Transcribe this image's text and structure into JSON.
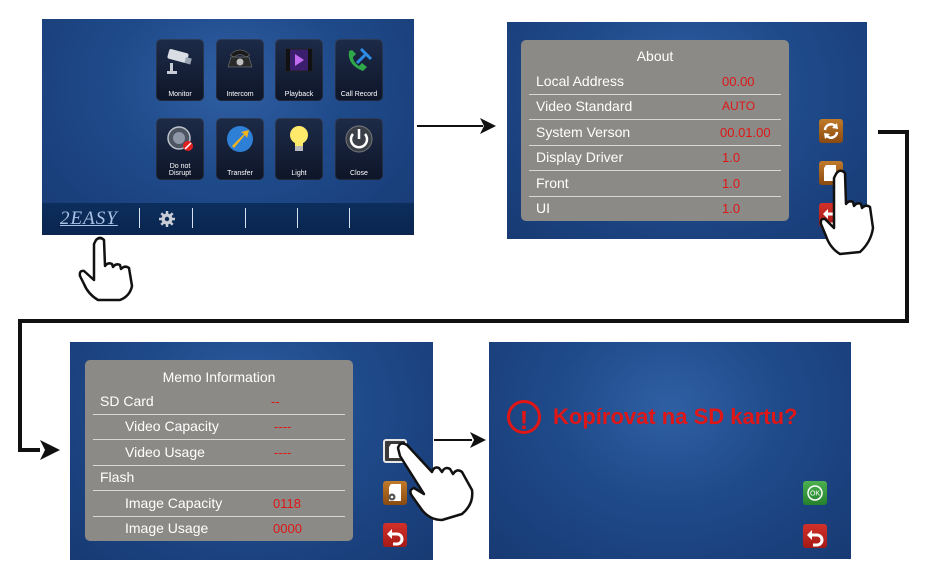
{
  "home": {
    "tiles": [
      {
        "label": "Monitor",
        "icon": "camera-icon"
      },
      {
        "label": "Intercom",
        "icon": "phone-icon"
      },
      {
        "label": "Playback",
        "icon": "film-icon"
      },
      {
        "label": "Call Record",
        "icon": "call-arrows-icon"
      },
      {
        "label": "Do not\nDisrupt",
        "icon": "do-not-disturb-icon"
      },
      {
        "label": "Transfer",
        "icon": "transfer-arrow-icon"
      },
      {
        "label": "Light",
        "icon": "light-bulb-icon"
      },
      {
        "label": "Close",
        "icon": "power-icon"
      }
    ],
    "logo": "2EASY",
    "settings_icon": "gear-icon"
  },
  "about": {
    "title": "About",
    "rows": [
      {
        "label": "Local Address",
        "value": "00.00"
      },
      {
        "label": "Video Standard",
        "value": "AUTO"
      },
      {
        "label": "System Verson",
        "value": "00.01.00"
      },
      {
        "label": "Display Driver",
        "value": "1.0"
      },
      {
        "label": "Front",
        "value": "1.0"
      },
      {
        "label": "UI",
        "value": "1.0"
      }
    ],
    "side_buttons": [
      "refresh-icon",
      "sd-card-icon",
      "back-icon"
    ]
  },
  "memo": {
    "title": "Memo Information",
    "rows": [
      {
        "label": "SD Card",
        "value": "--",
        "indent": false
      },
      {
        "label": "Video Capacity",
        "value": "----",
        "indent": true
      },
      {
        "label": "Video Usage",
        "value": "----",
        "indent": true
      },
      {
        "label": "Flash",
        "value": "",
        "indent": false
      },
      {
        "label": "Image Capacity",
        "value": "0118",
        "indent": true
      },
      {
        "label": "Image Usage",
        "value": "0000",
        "indent": true
      }
    ],
    "side_buttons": [
      "copy-icon",
      "sd-settings-icon",
      "back-icon"
    ]
  },
  "confirm": {
    "message": "Kopírovat na SD kartu?",
    "side_buttons": [
      "ok-icon",
      "back-icon"
    ]
  },
  "colors": {
    "screen_bg": "#1f4a8a",
    "panel_bg": "#8b8a86",
    "value_red": "#e01616",
    "ok_green": "#24812c"
  }
}
